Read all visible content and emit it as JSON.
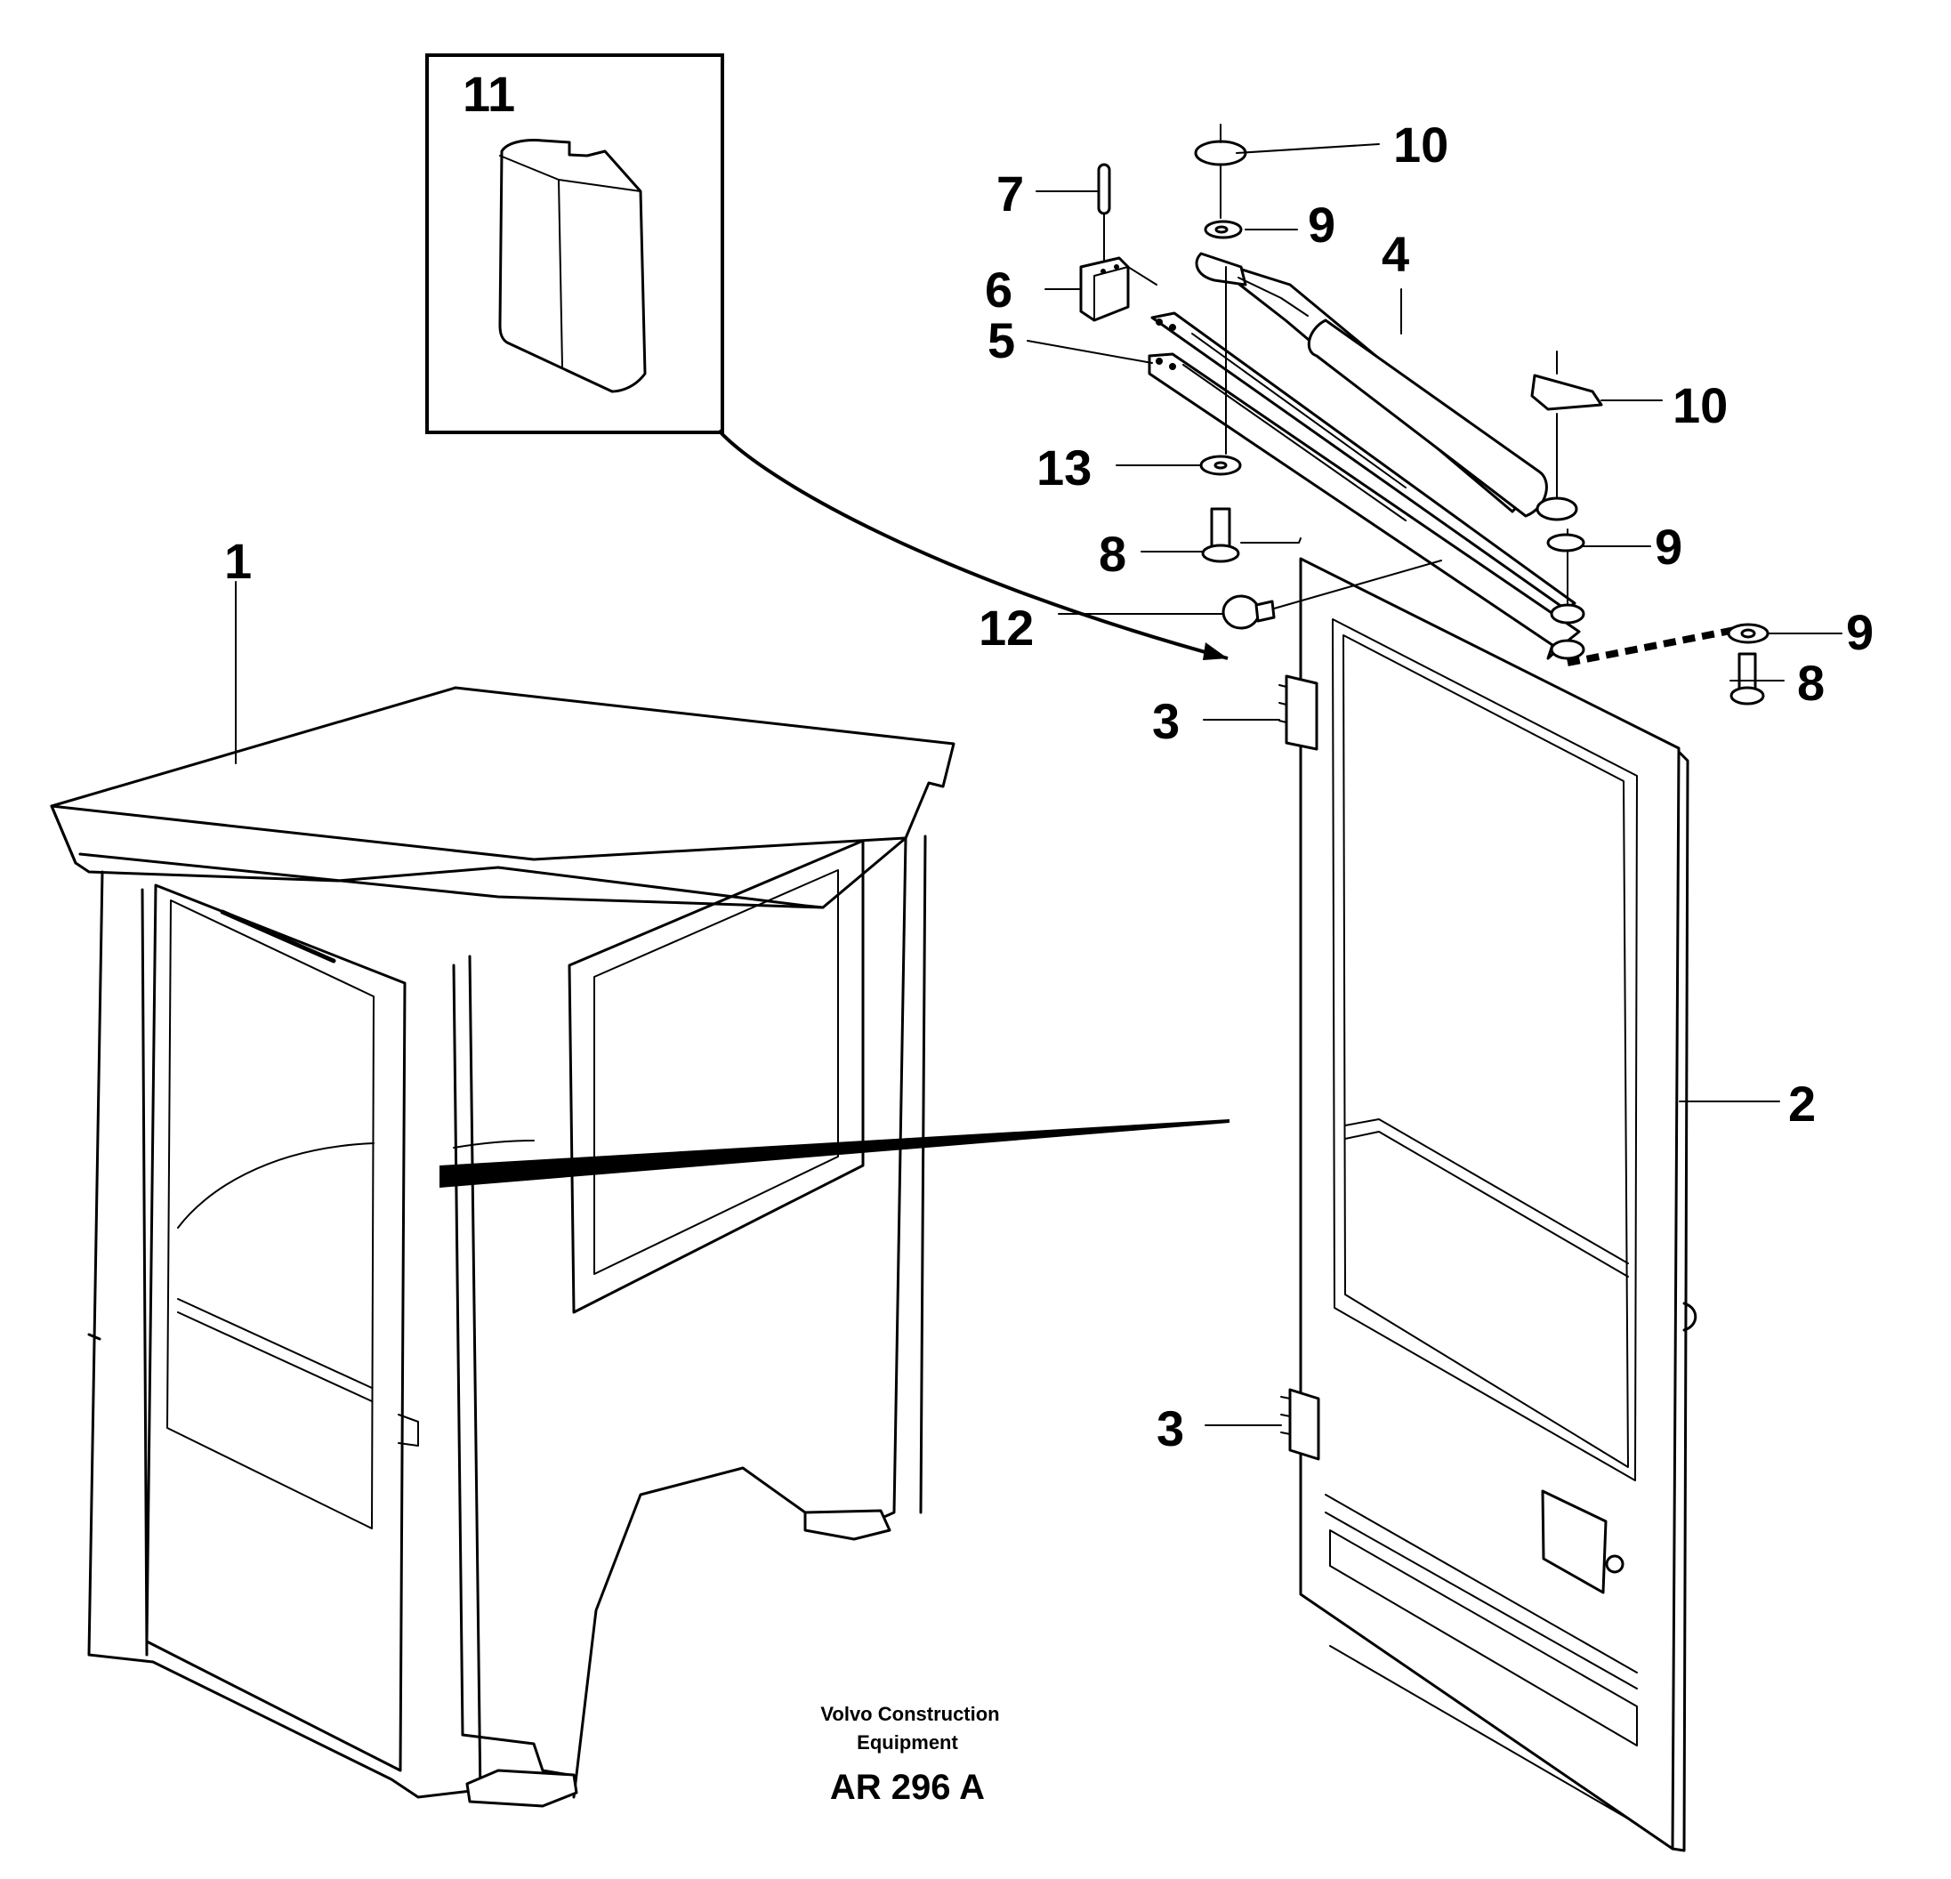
{
  "labels": {
    "p1": "1",
    "p2": "2",
    "p3a": "3",
    "p3b": "3",
    "p4": "4",
    "p5": "5",
    "p6": "6",
    "p7": "7",
    "p8a": "8",
    "p8b": "8",
    "p9a": "9",
    "p9b": "9",
    "p9c": "9",
    "p10a": "10",
    "p10b": "10",
    "p11": "11",
    "p12": "12",
    "p13": "13"
  },
  "credit": {
    "company": "Volvo Construction",
    "company2": "Equipment",
    "code": "AR 296 A"
  }
}
